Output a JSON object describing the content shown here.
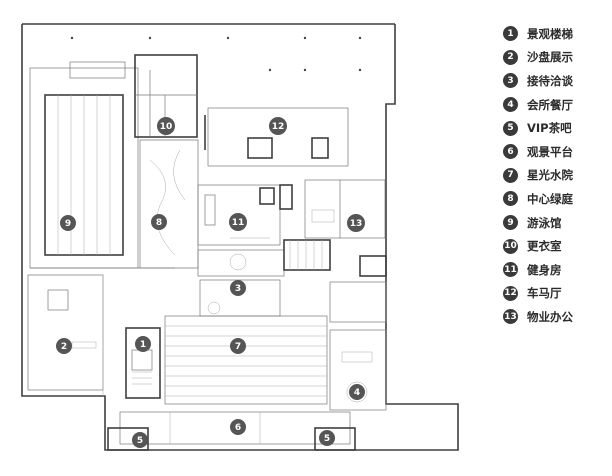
{
  "markers": [
    {
      "num": "1",
      "label": "景观楼梯"
    },
    {
      "num": "2",
      "label": "沙盘展示"
    },
    {
      "num": "3",
      "label": "接待洽谈"
    },
    {
      "num": "4",
      "label": "会所餐厅"
    },
    {
      "num": "5",
      "label": "VIP茶吧"
    },
    {
      "num": "6",
      "label": "观景平台"
    },
    {
      "num": "7",
      "label": "星光水院"
    },
    {
      "num": "8",
      "label": "中心绿庭"
    },
    {
      "num": "9",
      "label": "游泳馆"
    },
    {
      "num": "10",
      "label": "更衣室"
    },
    {
      "num": "11",
      "label": "健身房"
    },
    {
      "num": "12",
      "label": "车马厅"
    },
    {
      "num": "13",
      "label": "物业办公"
    }
  ],
  "plan_labels": [
    {
      "num": "1"
    },
    {
      "num": "2"
    },
    {
      "num": "3"
    },
    {
      "num": "4"
    },
    {
      "num": "5"
    },
    {
      "num": "5"
    },
    {
      "num": "6"
    },
    {
      "num": "7"
    },
    {
      "num": "8"
    },
    {
      "num": "9"
    },
    {
      "num": "10"
    },
    {
      "num": "11"
    },
    {
      "num": "12"
    },
    {
      "num": "13"
    }
  ],
  "colors": {
    "wall": "#3f3f3f",
    "marker": "#555555",
    "legend_marker": "#3a3a3a"
  }
}
